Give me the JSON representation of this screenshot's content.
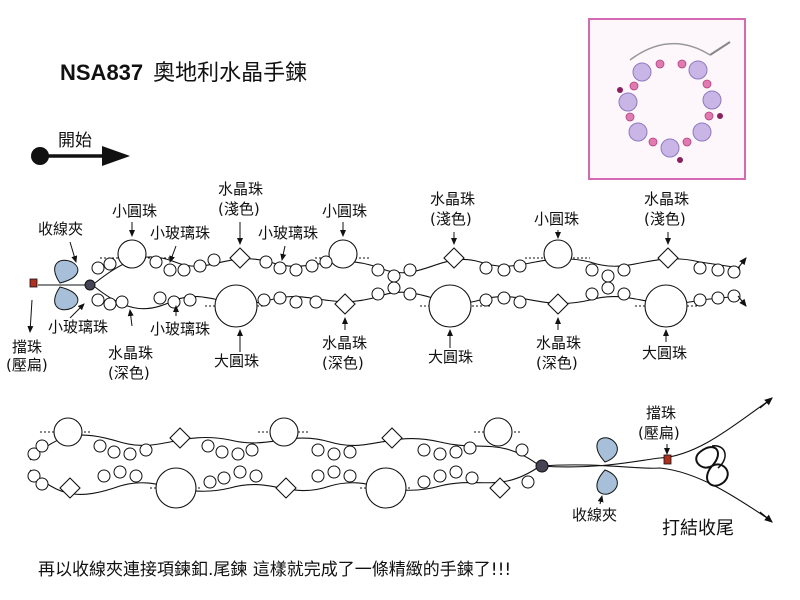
{
  "title": {
    "code": "NSA837",
    "name": "奧地利水晶手鍊"
  },
  "start_label": "開始",
  "labels": {
    "clasp_left": "收線夾",
    "stopper_left_1": "擋珠",
    "stopper_left_2": "(壓扁)",
    "small_glass_1": "小玻璃珠",
    "small_glass_2": "小玻璃珠",
    "small_glass_3": "小玻璃珠",
    "small_glass_4": "小玻璃珠",
    "small_round_1": "小圓珠",
    "small_round_2": "小圓珠",
    "small_round_3": "小圓珠",
    "crystal_light_1a": "水晶珠",
    "crystal_light_1b": "(淺色)",
    "crystal_light_2a": "水晶珠",
    "crystal_light_2b": "(淺色)",
    "crystal_light_3a": "水晶珠",
    "crystal_light_3b": "(淺色)",
    "crystal_dark_1a": "水晶珠",
    "crystal_dark_1b": "(深色)",
    "crystal_dark_2a": "水晶珠",
    "crystal_dark_2b": "(深色)",
    "crystal_dark_3a": "水晶珠",
    "crystal_dark_3b": "(深色)",
    "large_round_1": "大圓珠",
    "large_round_2": "大圓珠",
    "large_round_3": "大圓珠",
    "stopper_right_1": "擋珠",
    "stopper_right_2": "(壓扁)",
    "clasp_right": "收線夾",
    "knot": "打結收尾"
  },
  "footer": "再以收線夾連接項鍊釦.尾鍊 這樣就完成了一條精緻的手鍊了!!!",
  "colors": {
    "line": "#111111",
    "photo_border": "#d46ab4",
    "stopper": "#b03020",
    "clasp": "#8aa8c8"
  }
}
